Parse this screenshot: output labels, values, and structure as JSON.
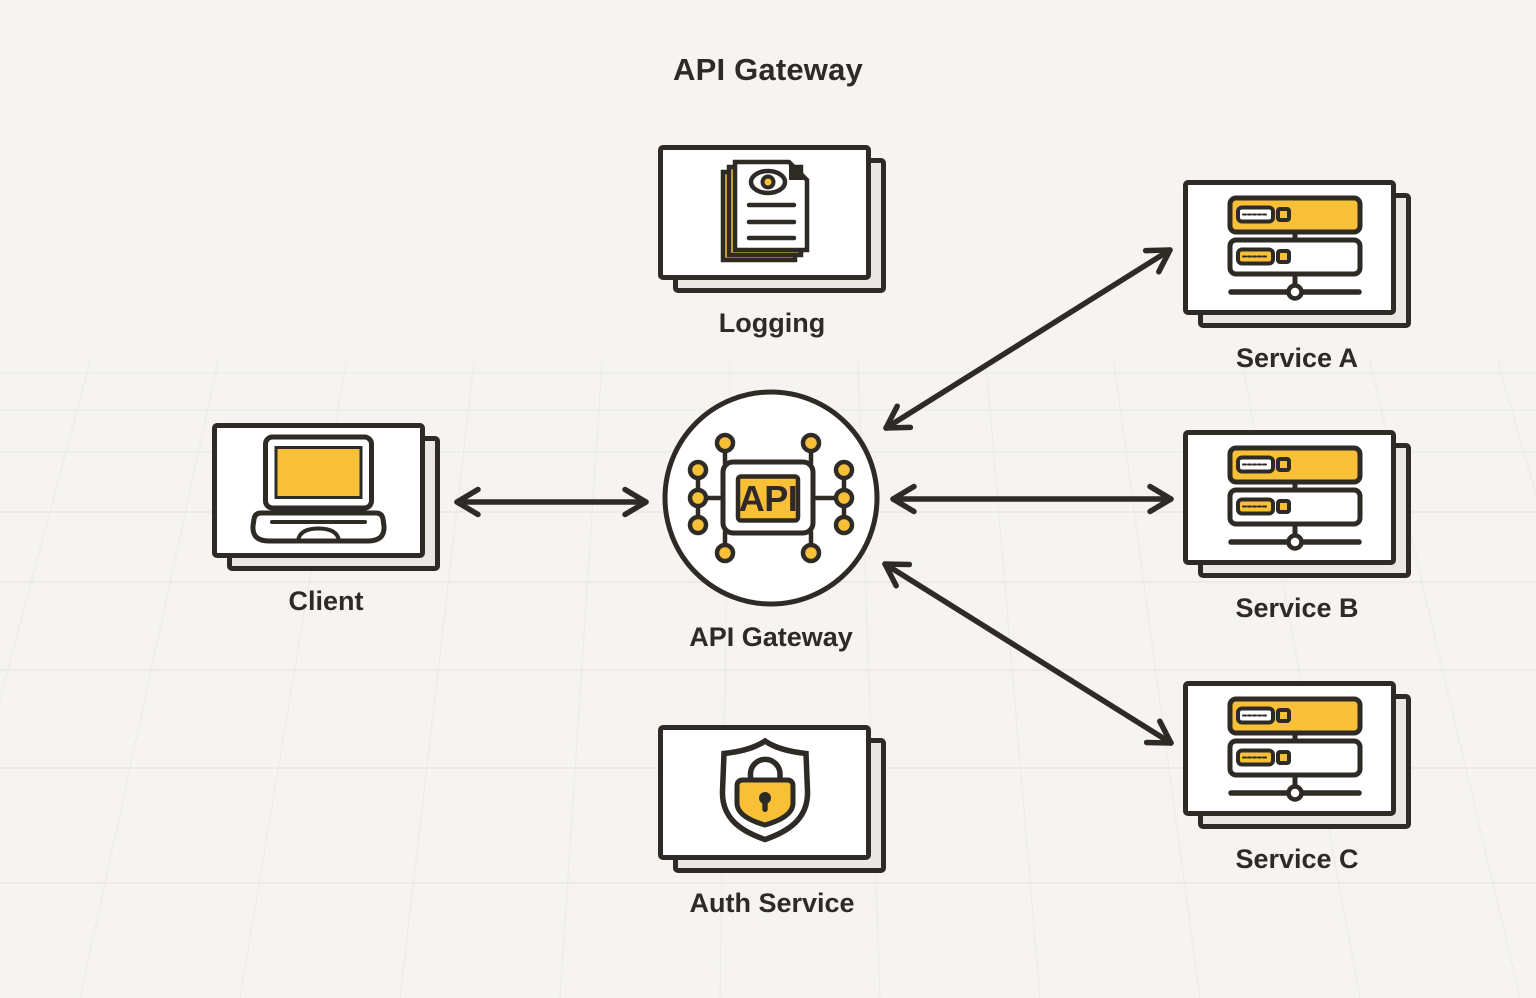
{
  "title": "API Gateway",
  "colors": {
    "background": "#F5F4F2",
    "ink": "#2E2A26",
    "accent_yellow": "#F7C036",
    "card_fill": "#FFFFFF",
    "shadow_fill": "#EAE8E6"
  },
  "nodes": {
    "logging": {
      "label": "Logging",
      "icon": "log-documents-icon"
    },
    "client": {
      "label": "Client",
      "icon": "laptop-icon"
    },
    "gateway": {
      "label": "API Gateway",
      "icon": "api-chip-icon",
      "chip_text": "API"
    },
    "auth": {
      "label": "Auth Service",
      "icon": "shield-lock-icon"
    },
    "service_a": {
      "label": "Service A",
      "icon": "server-icon"
    },
    "service_b": {
      "label": "Service B",
      "icon": "server-icon"
    },
    "service_c": {
      "label": "Service C",
      "icon": "server-icon"
    }
  },
  "edges": [
    {
      "from": "client",
      "to": "gateway",
      "style": "bidirectional-arrow"
    },
    {
      "from": "gateway",
      "to": "service_a",
      "style": "bidirectional-arrow"
    },
    {
      "from": "gateway",
      "to": "service_b",
      "style": "bidirectional-arrow"
    },
    {
      "from": "gateway",
      "to": "service_c",
      "style": "bidirectional-arrow"
    }
  ]
}
